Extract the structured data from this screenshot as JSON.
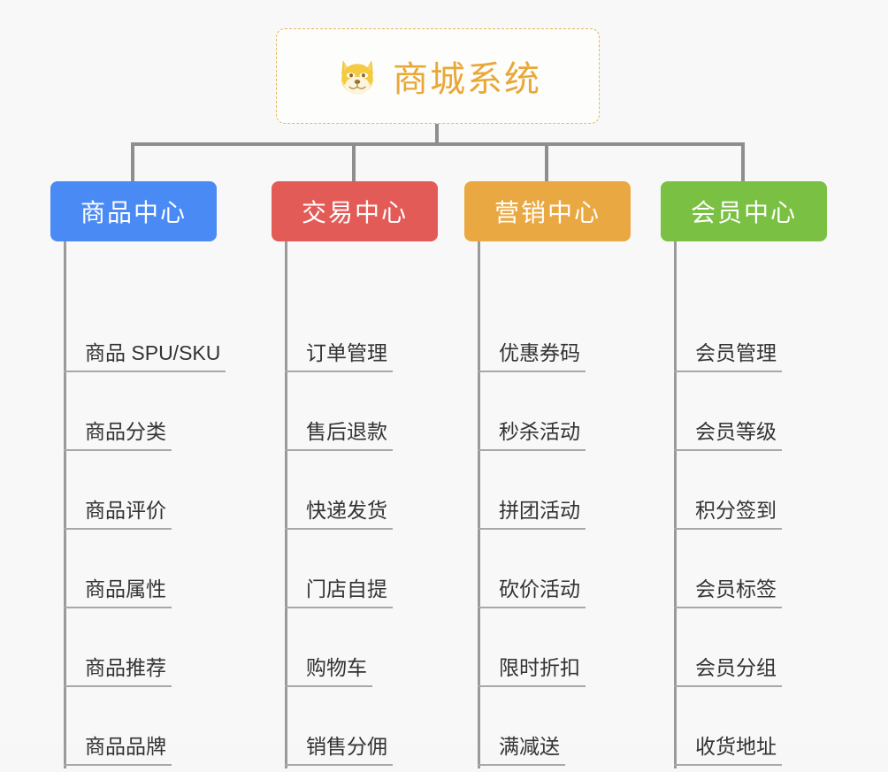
{
  "page": {
    "background_color": "#f8f8f8",
    "line_color": "#8e8e8e",
    "leaf_line_color": "#a8a8a8",
    "leaf_text_color": "#333333"
  },
  "root": {
    "title": "商城系统",
    "icon": "dog-face-emoji",
    "text_color": "#e8a838",
    "border_color": "#e7b85c",
    "background_color": "#fdfdfb"
  },
  "columns": [
    {
      "header": "商品中心",
      "color": "#4a8af4",
      "items": [
        "商品 SPU/SKU",
        "商品分类",
        "商品评价",
        "商品属性",
        "商品推荐",
        "商品品牌"
      ]
    },
    {
      "header": "交易中心",
      "color": "#e35b57",
      "items": [
        "订单管理",
        "售后退款",
        "快递发货",
        "门店自提",
        "购物车",
        "销售分佣"
      ]
    },
    {
      "header": "营销中心",
      "color": "#eaa842",
      "items": [
        "优惠券码",
        "秒杀活动",
        "拼团活动",
        "砍价活动",
        "限时折扣",
        "满减送"
      ]
    },
    {
      "header": "会员中心",
      "color": "#7ac143",
      "items": [
        "会员管理",
        "会员等级",
        "积分签到",
        "会员标签",
        "会员分组",
        "收货地址"
      ]
    }
  ]
}
